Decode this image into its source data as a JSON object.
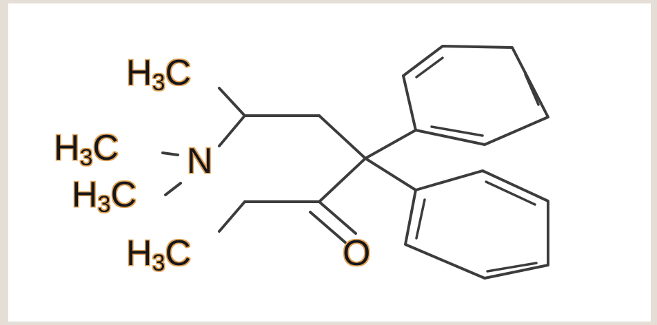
{
  "colors": {
    "frame_bg": "#e4ded6",
    "card_bg": "#ffffff",
    "bond": "#3c3c3c",
    "label_fill": "#16161f",
    "label_glow": "#e2a355"
  },
  "labels": {
    "methyl_top": {
      "element": "H",
      "sub": "3",
      "tail": "C"
    },
    "methyl_n_upper": {
      "element": "H",
      "sub": "3",
      "tail": "C"
    },
    "nitrogen": {
      "text": "N"
    },
    "methyl_n_lower": {
      "element": "H",
      "sub": "3",
      "tail": "C"
    },
    "methyl_bottom": {
      "element": "H",
      "sub": "3",
      "tail": "C"
    },
    "oxygen": {
      "text": "O"
    }
  }
}
